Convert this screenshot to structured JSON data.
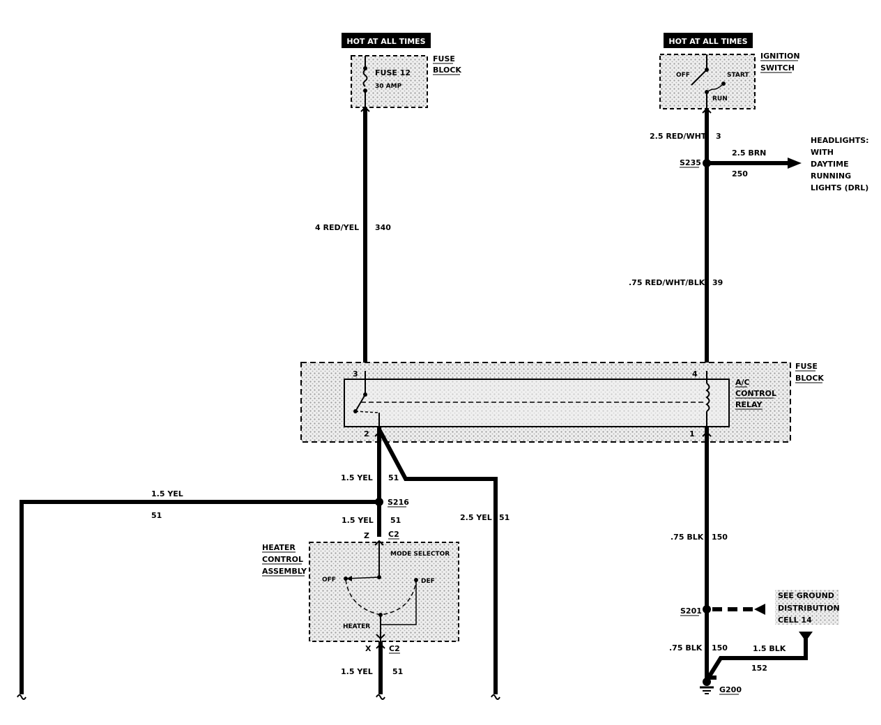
{
  "power": {
    "left_hot_label": "HOT AT ALL TIMES",
    "right_hot_label": "HOT AT ALL TIMES"
  },
  "fuse_block_top": {
    "name_line1": "FUSE",
    "name_line2": "BLOCK",
    "fuse_name": "FUSE 12",
    "fuse_rating": "30 AMP"
  },
  "ignition_switch": {
    "name_line1": "IGNITION",
    "name_line2": "SWITCH",
    "pos_off": "OFF",
    "pos_start": "START",
    "pos_run": "RUN"
  },
  "wires": {
    "w340_gauge": "4 RED/YEL",
    "w340_num": "340",
    "w3_gauge": "2.5 RED/WHT",
    "w3_num": "3",
    "w250_gauge": "2.5 BRN",
    "w250_num": "250",
    "w39_gauge": ".75 RED/WHT/BLK",
    "w39_num": "39",
    "w51a_gauge": "1.5 YEL",
    "w51a_num": "51",
    "w51_left_gauge": "1.5 YEL",
    "w51_left_num": "51",
    "w51b_gauge": "1.5 YEL",
    "w51b_num": "51",
    "w51_right_gauge": "2.5 YEL",
    "w51_right_num": "51",
    "w51c_gauge": "1.5 YEL",
    "w51c_num": "51",
    "w150a_gauge": ".75 BLK",
    "w150a_num": "150",
    "w150b_gauge": ".75 BLK",
    "w150b_num": "150",
    "w152_gauge": "1.5 BLK",
    "w152_num": "152"
  },
  "splices": {
    "s235": "S235",
    "s216": "S216",
    "s201": "S201",
    "g200": "G200"
  },
  "headlights": {
    "line1": "HEADLIGHTS:",
    "line2": "WITH",
    "line3": "DAYTIME",
    "line4": "RUNNING",
    "line5": "LIGHTS (DRL)"
  },
  "relay_block": {
    "block_line1": "FUSE",
    "block_line2": "BLOCK",
    "relay_line1": "A/C",
    "relay_line2": "CONTROL",
    "relay_line3": "RELAY",
    "pin3": "3",
    "pin4": "4",
    "pin2": "2",
    "pin1": "1"
  },
  "heater": {
    "name_line1": "HEATER",
    "name_line2": "CONTROL",
    "name_line3": "ASSEMBLY",
    "mode_selector": "MODE SELECTOR",
    "pos_off": "OFF",
    "pos_def": "DEF",
    "pos_heater": "HEATER",
    "conn_top_pin": "Z",
    "conn_top": "C2",
    "conn_bottom_pin": "X",
    "conn_bottom": "C2"
  },
  "ground_ref": {
    "line1": "SEE GROUND",
    "line2": "DISTRIBUTION",
    "line3": "CELL 14"
  },
  "colors": {
    "wire": "#000000",
    "box_fill": "#d8d8d8",
    "label_box": "#000000"
  }
}
